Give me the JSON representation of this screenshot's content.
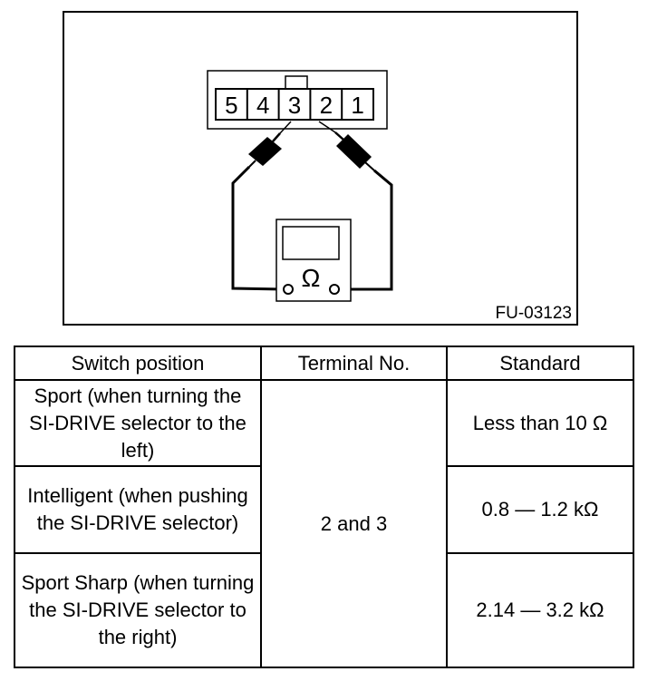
{
  "figure": {
    "code": "FU-03123",
    "connector_pins": [
      "5",
      "4",
      "3",
      "2",
      "1"
    ],
    "meter_symbol": "Ω"
  },
  "table": {
    "headers": [
      "Switch position",
      "Terminal No.",
      "Standard"
    ],
    "terminal": "2 and 3",
    "rows": [
      {
        "position": "Sport (when turning the SI-DRIVE selector to the left)",
        "standard": "Less than 10 Ω"
      },
      {
        "position": "Intelligent (when pushing the SI-DRIVE selector)",
        "standard": "0.8 — 1.2 kΩ"
      },
      {
        "position": "Sport Sharp (when turning the SI-DRIVE selector to the right)",
        "standard": "2.14 — 3.2 kΩ"
      }
    ]
  }
}
